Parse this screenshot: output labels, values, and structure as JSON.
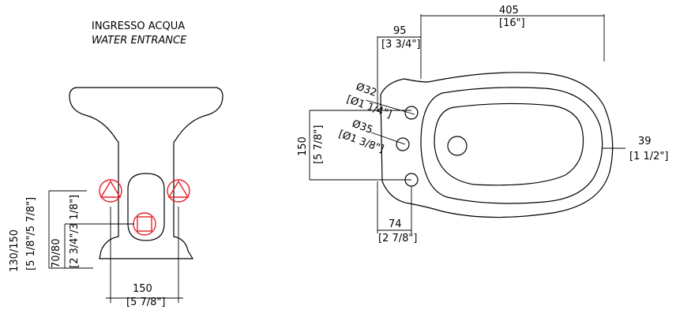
{
  "labels": {
    "water_entrance_it": "Ingresso acqua",
    "water_entrance_en": "Water entrance"
  },
  "front_view": {
    "height_dim": "130/150",
    "height_dim_in": "[5 1/8\"/5 7/8\"]",
    "drain_dim": "70/80",
    "drain_dim_in": "[2 3/4\"/3 1/8\"]",
    "width_dim": "150",
    "width_dim_in": "[5 7/8\"]"
  },
  "top_view": {
    "length_dim": "405",
    "length_dim_in": "[16\"]",
    "tap_offset_dim": "95",
    "tap_offset_dim_in": "[3 3/4\"]",
    "hole1_dim": "Ø32",
    "hole1_dim_in": "[Ø1 1/4\"]",
    "hole2_dim": "Ø35",
    "hole2_dim_in": "[Ø1 3/8\"]",
    "hole_spacing_dim": "150",
    "hole_spacing_dim_in": "[5 7/8\"]",
    "rear_offset_dim": "74",
    "rear_offset_dim_in": "[2 7/8\"]",
    "rim_dim": "39",
    "rim_dim_in": "[1 1/2\"]"
  }
}
